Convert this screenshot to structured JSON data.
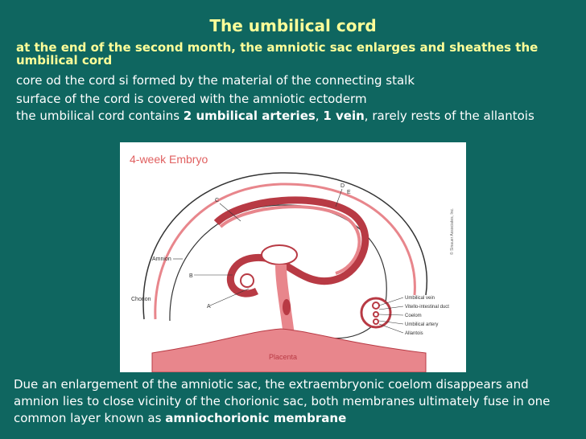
{
  "title": "The umbilical cord",
  "bullets": {
    "b1": "at the end of the second month, the amniotic sac enlarges and sheathes the umbilical cord",
    "b2": "core od the cord si formed by the material of the connecting stalk",
    "b3": "surface of the cord is covered with the amniotic ectoderm",
    "b4_pre": "the umbilical cord contains ",
    "b4_bold1": "2 umbilical arteries",
    "b4_sep": ", ",
    "b4_bold2": "1 vein",
    "b4_post": ", rarely rests of the allantois"
  },
  "figure": {
    "heading": "4-week Embryo",
    "labels": {
      "c": "C",
      "d": "D",
      "e": "E",
      "b": "B",
      "a": "A",
      "amnion": "Amnion",
      "chorion": "Chorion",
      "placenta": "Placenta"
    },
    "legend": [
      "Umbilical vein",
      "Vitello-intestinal duct",
      "Coelom",
      "Umbilical artery",
      "Allantois"
    ],
    "copyright": "© Sinauer Associates, Inc."
  },
  "footer": {
    "text": "Due an enlargement of the amniotic sac, the extraembryonic coelom disappears and amnion lies to close vicinity of the chorionic sac, both membranes ultimately fuse in one common layer known as ",
    "bold": "amniochorionic membrane"
  },
  "colors": {
    "background": "#0f6660",
    "title": "#ffff99",
    "tissue": "#e8868c",
    "tissue_dark": "#b83a44",
    "line": "#333333"
  }
}
